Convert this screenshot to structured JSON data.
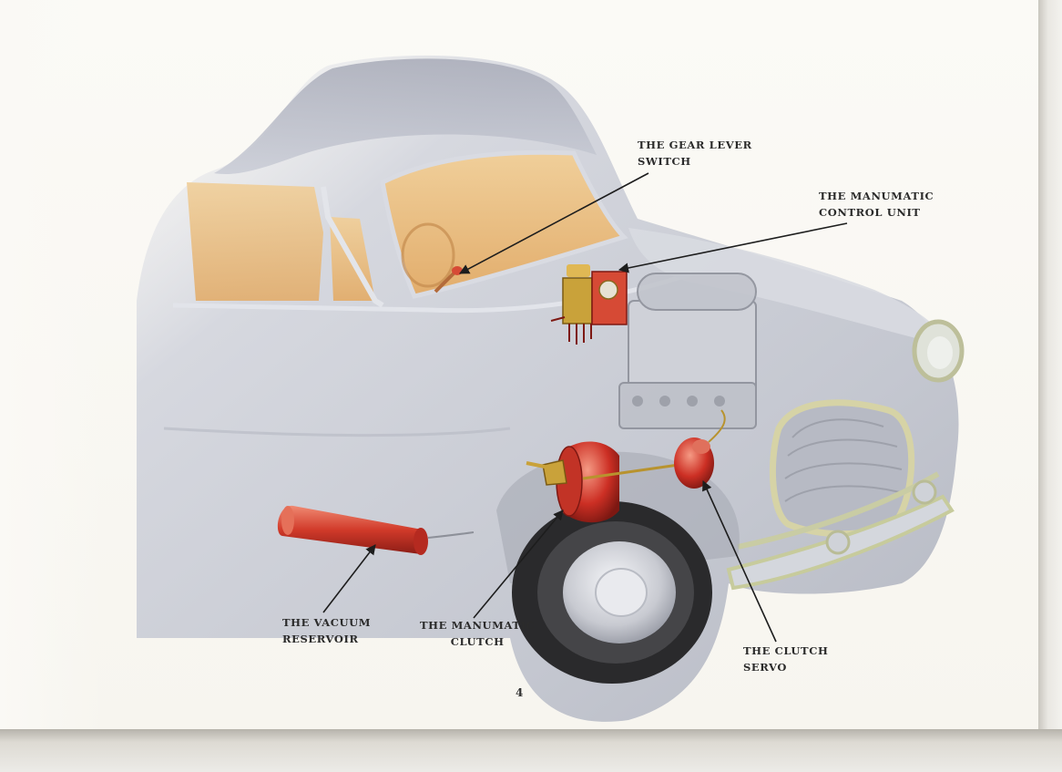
{
  "labels": {
    "gear_lever_switch": [
      "THE GEAR LEVER",
      "SWITCH"
    ],
    "control_unit": [
      "THE MANUMATIC",
      "CONTROL UNIT"
    ],
    "vacuum_reservoir": [
      "THE VACUUM",
      "RESERVOIR"
    ],
    "manumatic_clutch": [
      "THE MANUMATIC",
      "CLUTCH"
    ],
    "clutch_servo": [
      "THE CLUTCH",
      "SERVO"
    ]
  },
  "page_number": "4",
  "colors": {
    "body": "#c9ccd4",
    "interior": "#e7b97d",
    "components": "#c8322a",
    "brass": "#c9a23a",
    "tyre": "#2a2a2c"
  }
}
